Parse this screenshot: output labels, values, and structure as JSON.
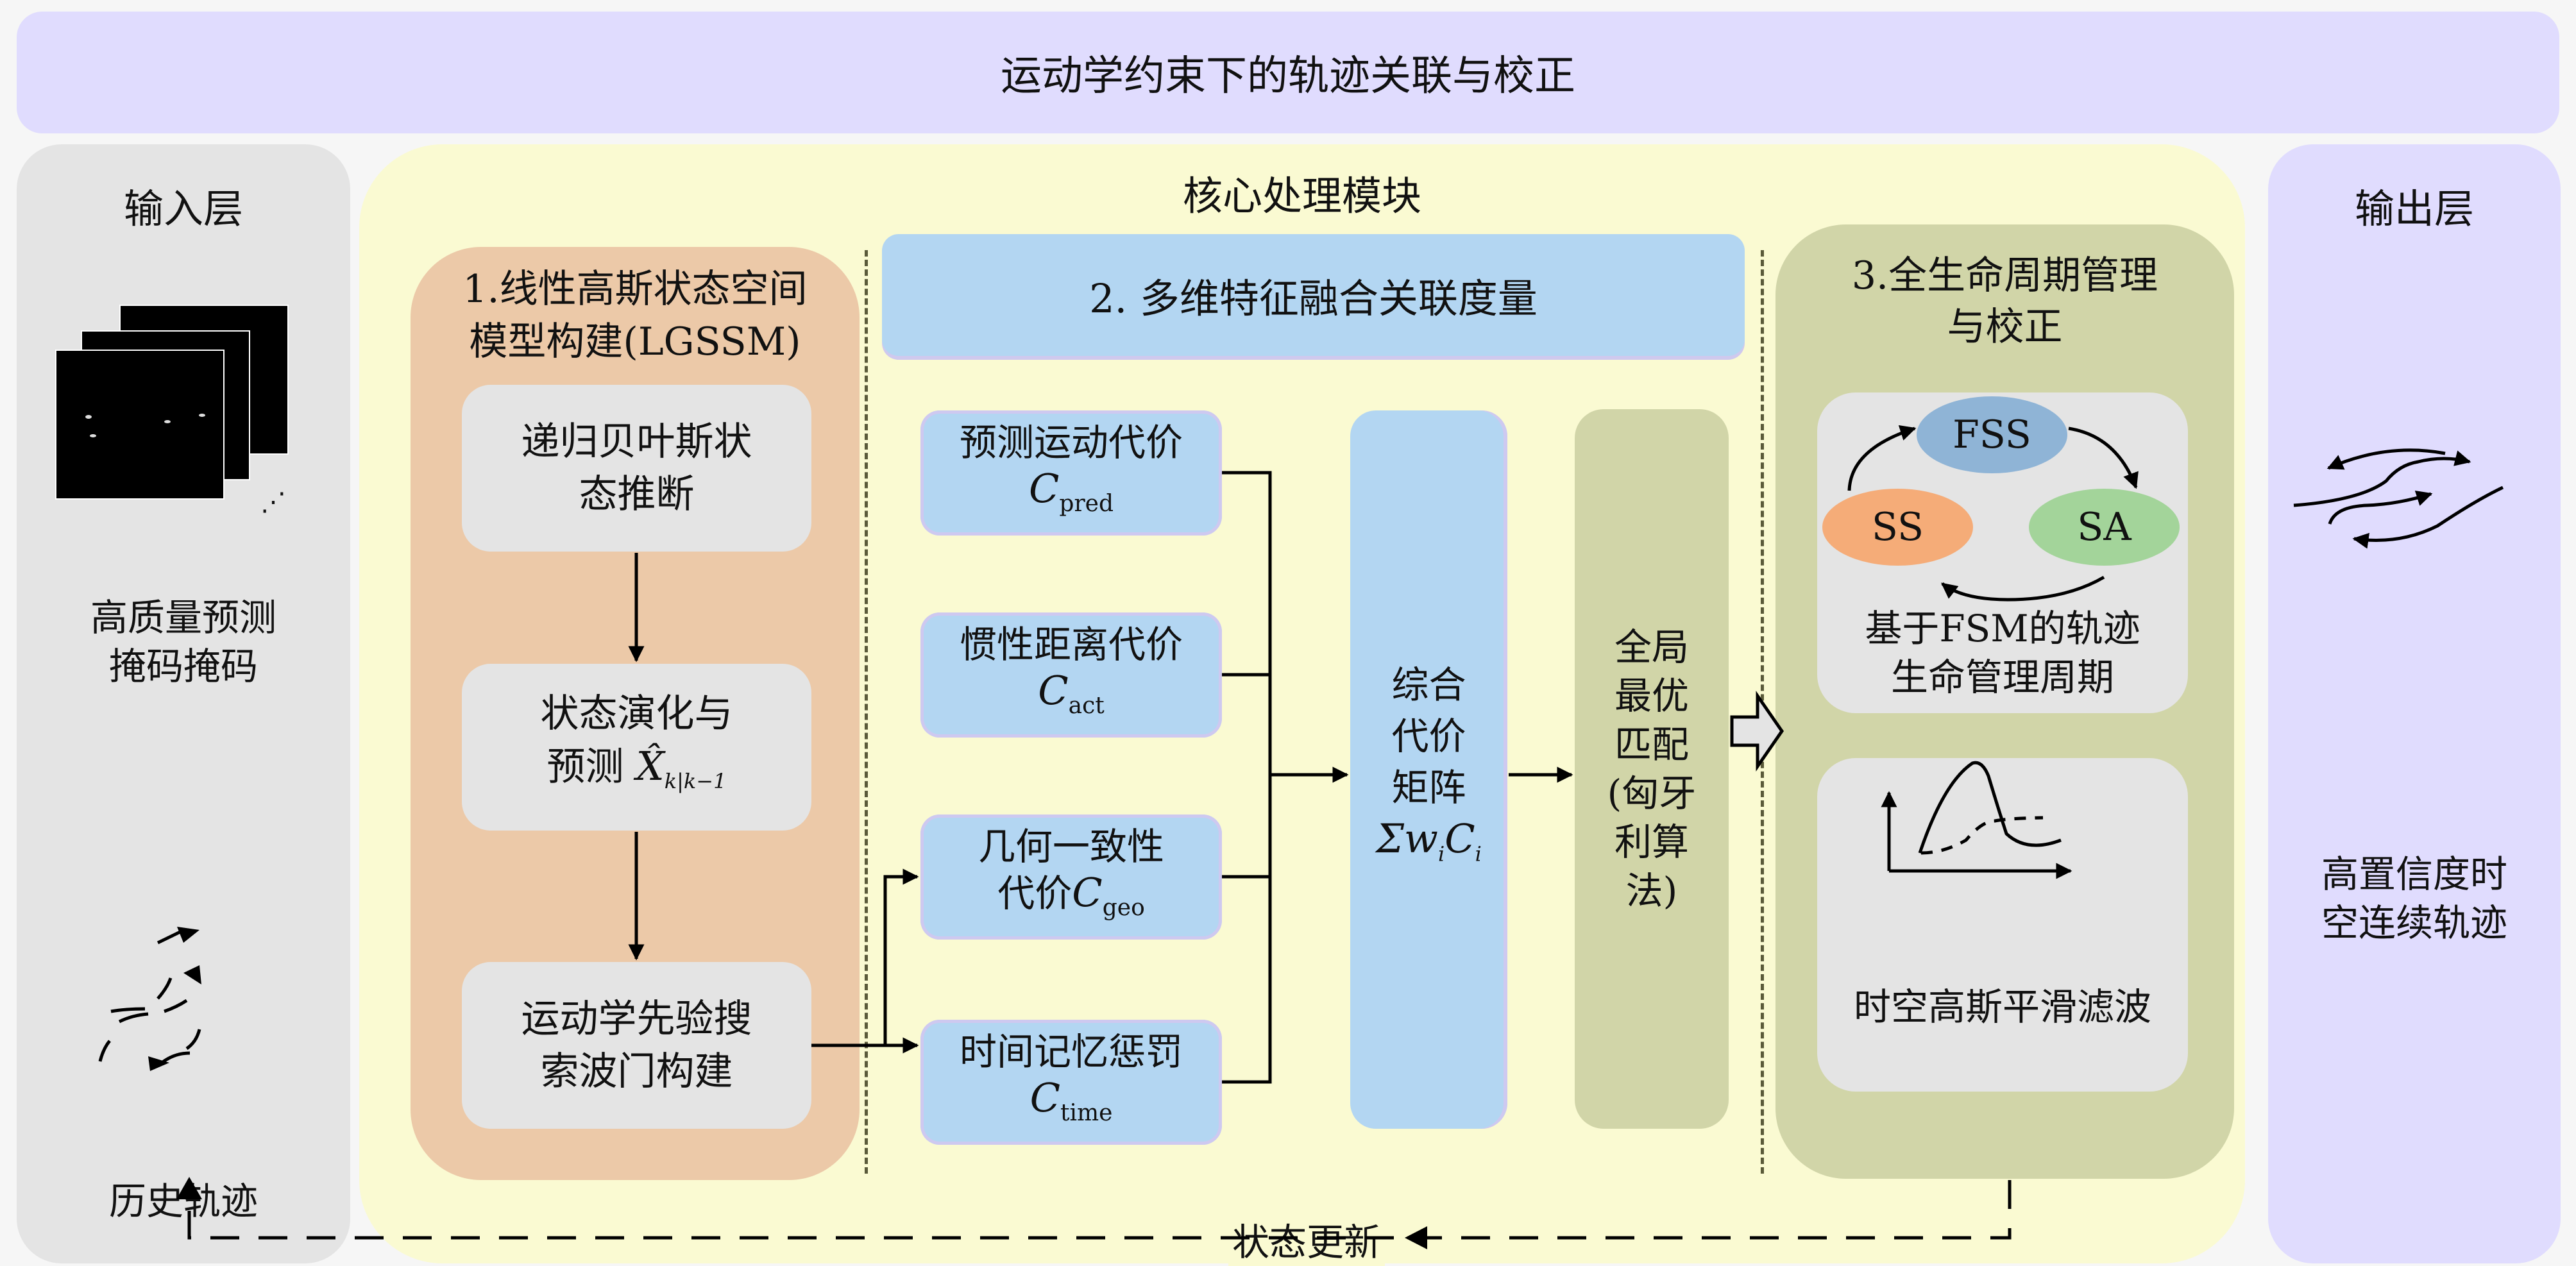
{
  "title": "运动学约束下的轨迹关联与校正",
  "input_layer": {
    "title": "输入层",
    "masks_label_line1": "高质量预测",
    "masks_label_line2": "掩码掩码",
    "masks_ellipsis": "⋰",
    "history_label": "历史轨迹"
  },
  "core": {
    "title": "核心处理模块",
    "module1": {
      "title_line1": "1.线性高斯状态空间",
      "title_line2": "模型构建(LGSSM)",
      "steps": [
        {
          "line1": "递归贝叶斯状",
          "line2": "态推断"
        },
        {
          "line1": "状态演化与",
          "line2_text": "预测",
          "line2_math": "X̂",
          "line2_sub": "k|k−1"
        },
        {
          "line1": "运动学先验搜",
          "line2": "索波门构建"
        }
      ]
    },
    "module2": {
      "title": "2. 多维特征融合关联度量",
      "costs": [
        {
          "line1": "预测运动代价",
          "symbol": "C",
          "sub": "pred"
        },
        {
          "line1": "惯性距离代价",
          "symbol": "C",
          "sub": "act"
        },
        {
          "line1": "几何一致性",
          "line2_prefix": "代价",
          "symbol": "C",
          "sub": "geo"
        },
        {
          "line1": "时间记忆惩罚",
          "symbol": "C",
          "sub": "time"
        }
      ],
      "sum_box": {
        "lines": [
          "综合",
          "代价",
          "矩阵"
        ],
        "formula": "Σw",
        "formula_sub": "i",
        "formula_c": "C",
        "formula_c_sub": "i"
      },
      "matching_box": {
        "lines": [
          "全局",
          "最优",
          "匹配",
          "(匈牙",
          "利算",
          "法)"
        ]
      }
    },
    "module3": {
      "title_line1": "3.全生命周期管理",
      "title_line2": "与校正",
      "fsm": {
        "states": [
          {
            "name": "FSS",
            "color": "#8fb4d6"
          },
          {
            "name": "SA",
            "color": "#a3d49a"
          },
          {
            "name": "SS",
            "color": "#f5ac78"
          }
        ],
        "label_line1": "基于FSM的轨迹",
        "label_line2": "生命管理周期"
      },
      "smoothing_label": "时空高斯平滑滤波"
    }
  },
  "output_layer": {
    "title": "输出层",
    "label_line1": "高置信度时",
    "label_line2": "空连续轨迹"
  },
  "feedback_label": "状态更新",
  "colors": {
    "title_bg": "#e0dcfe",
    "input_bg": "#e4e4e4",
    "core_bg": "#fafad2",
    "module1_bg": "#ecc9a8",
    "module2_bg": "#b3d6f2",
    "module3_bg": "#d1d5a8",
    "output_bg": "#e0dcfe"
  }
}
